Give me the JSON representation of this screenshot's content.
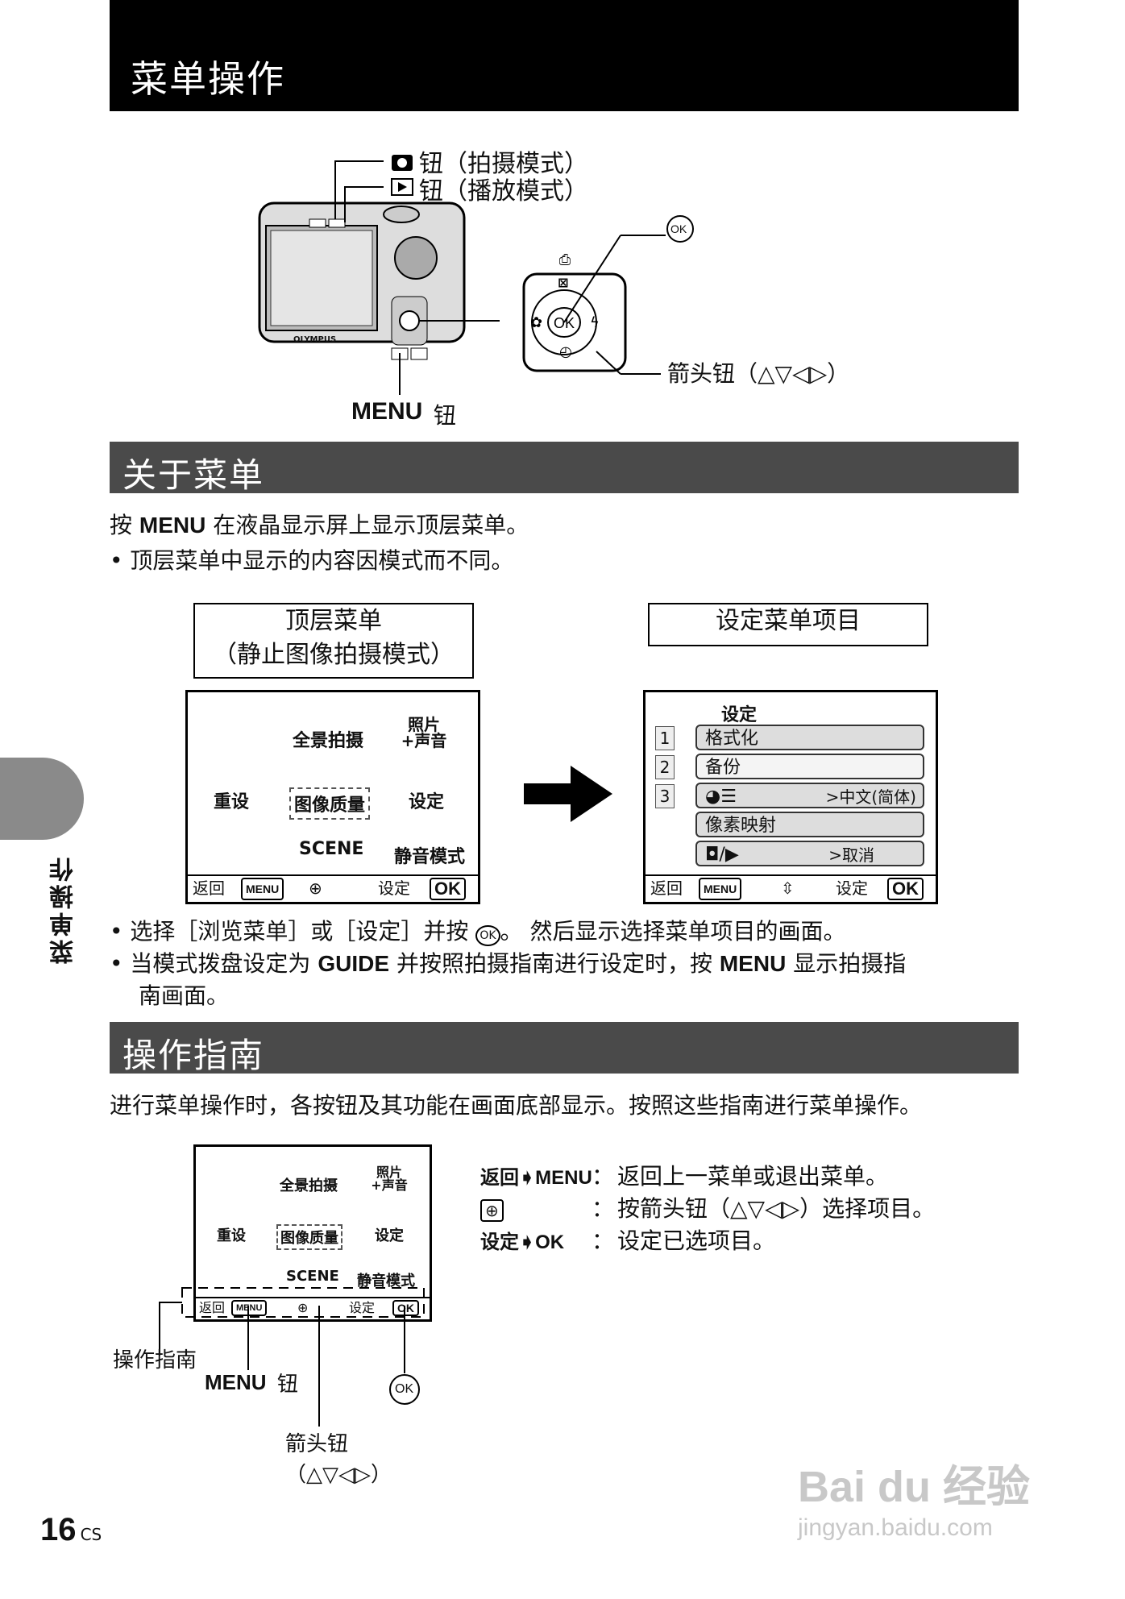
{
  "header": {
    "title": "菜单操作"
  },
  "side": {
    "label": "菜单操作"
  },
  "camera_diagram": {
    "shoot_button": "钮（拍摄模式）",
    "play_button": "钮（播放模式）",
    "ok_label": "OK",
    "arrow_label": "箭头钮（△▽◁▷）",
    "menu_label": "MENU",
    "menu_suffix": "钮",
    "brand": "OLYMPUS"
  },
  "section1": {
    "title": "关于菜单",
    "line1_pre": "按",
    "line1_key": "MENU",
    "line1_post": "在液晶显示屏上显示顶层菜单。",
    "bullet1": "顶层菜单中显示的内容因模式而不同。",
    "box_left": {
      "line1": "顶层菜单",
      "line2": "（静止图像拍摄模式）"
    },
    "box_right": "设定菜单项目",
    "top_menu": {
      "items": [
        "全景拍摄",
        "照片+声音",
        "重设",
        "图像质量",
        "设定",
        "SCENE",
        "静音模式"
      ],
      "footer_back": "返回",
      "footer_menu": "MENU",
      "footer_set": "设定",
      "footer_ok": "OK"
    },
    "setup_menu": {
      "title": "设定",
      "rows": [
        {
          "num": "1",
          "label": "格式化",
          "value": ""
        },
        {
          "num": "2",
          "label": "备份",
          "value": ""
        },
        {
          "num": "3",
          "label": "",
          "value": ">中文(简体)"
        },
        {
          "num": "",
          "label": "像素映射",
          "value": ""
        },
        {
          "num": "",
          "label": "",
          "value": ">取消"
        }
      ],
      "footer_back": "返回",
      "footer_menu": "MENU",
      "footer_set": "设定",
      "footer_ok": "OK"
    },
    "bullet2": "选择［浏览菜单］或［设定］并按",
    "bullet2_post": "。 然后显示选择菜单项目的画面。",
    "bullet3_pre": "当模式拨盘设定为",
    "bullet3_guide": "GUIDE",
    "bullet3_mid": "并按照拍摄指南进行设定时，按",
    "bullet3_key": "MENU",
    "bullet3_post": "显示拍摄指",
    "bullet3_line2": "南画面。"
  },
  "section2": {
    "title": "操作指南",
    "intro": "进行菜单操作时，各按钮及其功能在画面底部显示。按照这些指南进行菜单操作。",
    "legend": [
      {
        "key": "返回➧MENU",
        "desc": "返回上一菜单或退出菜单。"
      },
      {
        "key": "",
        "desc": "按箭头钮（△▽◁▷）选择项目。"
      },
      {
        "key": "设定➧OK",
        "desc": "设定已选项目。"
      }
    ],
    "colon": "：",
    "label_guide": "操作指南",
    "label_menu": "MENU",
    "label_menu_suffix": "钮",
    "label_ok": "OK",
    "label_arrow1": "箭头钮",
    "label_arrow2": "（△▽◁▷）"
  },
  "footer": {
    "page": "16",
    "lang": "CS"
  },
  "watermark": {
    "brand": "Bai du 经验",
    "url": "jingyan.baidu.com"
  }
}
